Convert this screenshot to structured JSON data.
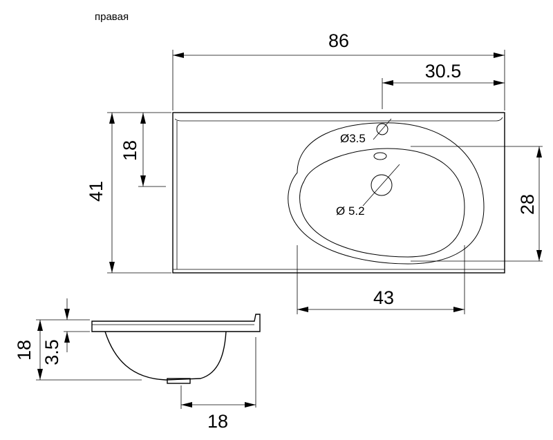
{
  "caption": "правая",
  "top_view": {
    "overall_width": "86",
    "tap_offset": "30.5",
    "overall_depth": "41",
    "front_to_bowl": "18",
    "bowl_depth": "28",
    "bowl_width": "43",
    "tap_hole": "Ø3.5",
    "drain_hole": "Ø 5.2"
  },
  "side_view": {
    "total_height": "18",
    "rim_height": "3.5",
    "bowl_depth": "18"
  }
}
